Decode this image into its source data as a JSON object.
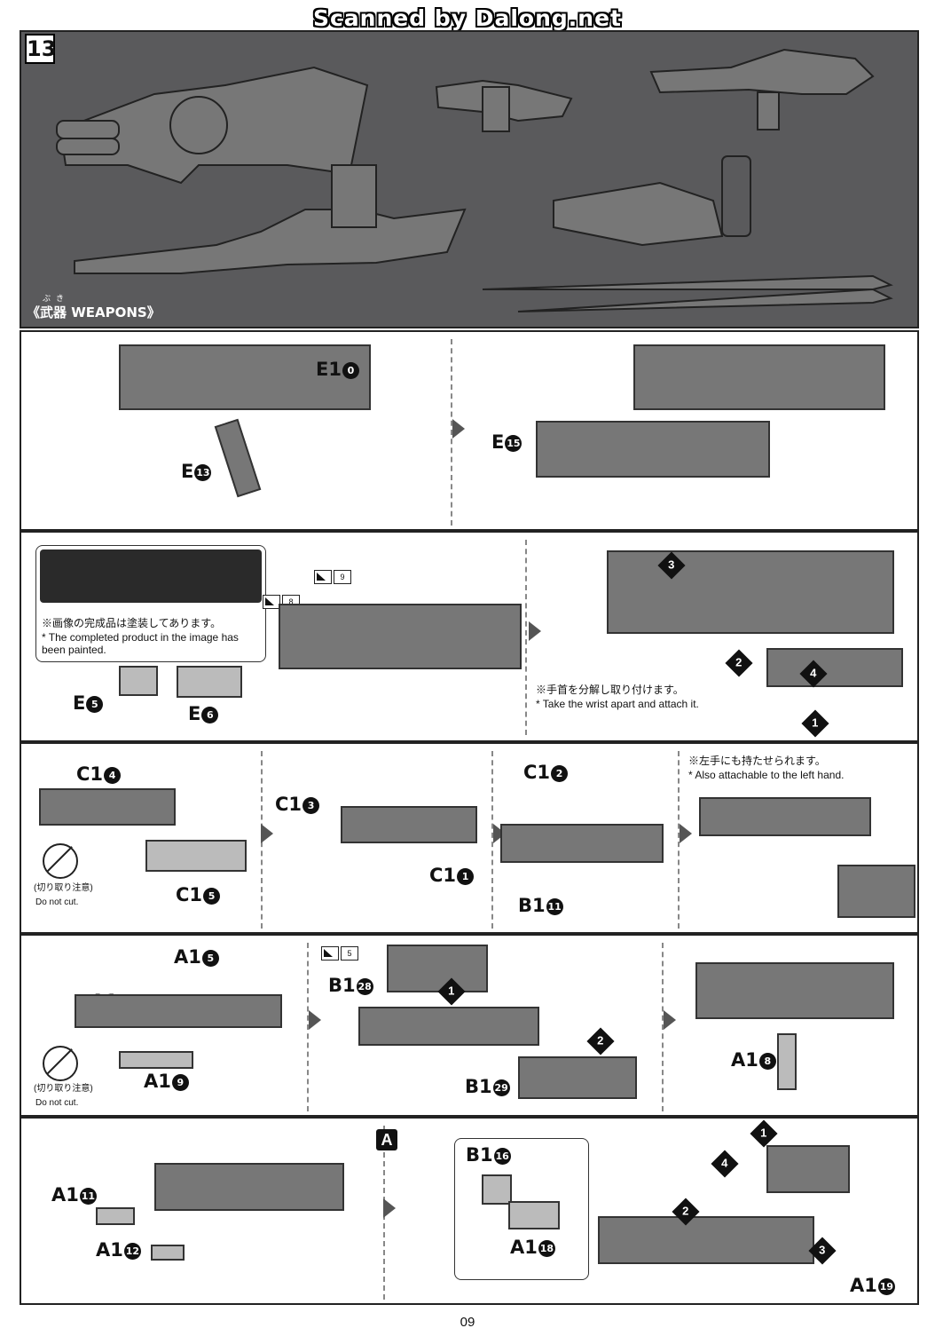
{
  "watermark": "Scanned by Dalong.net",
  "step_number": "13",
  "weapons_label": "《武器 WEAPONS》",
  "weapons_ruby": "ぶき",
  "page_number": "09",
  "labels": {
    "e10": "E1",
    "e10n": "0",
    "e13": "E",
    "e13n": "13",
    "e15": "E",
    "e15n": "15",
    "e5": "E",
    "e5n": "5",
    "e6": "E",
    "e6n": "6",
    "c14": "C1",
    "c14n": "4",
    "c15": "C1",
    "c15n": "5",
    "c13": "C1",
    "c13n": "3",
    "c11": "C1",
    "c11n": "1",
    "c12": "C1",
    "c12n": "2",
    "b111": "B1",
    "b111n": "11",
    "a15": "A1",
    "a15n": "5",
    "a110": "A1",
    "a110n": "10",
    "a19": "A1",
    "a19n": "9",
    "b128": "B1",
    "b128n": "28",
    "b129": "B1",
    "b129n": "29",
    "a18": "A1",
    "a18n": "8",
    "a111": "A1",
    "a111n": "11",
    "a112": "A1",
    "a112n": "12",
    "b116": "B1",
    "b116n": "16",
    "a118": "A1",
    "a118n": "18",
    "a119": "A1",
    "a119n": "19"
  },
  "stickers": {
    "s8": "8",
    "s9": "9",
    "s5": "5"
  },
  "notes": {
    "painted_jp": "※画像の完成品は塗装してあります。",
    "painted_en": "* The completed product in the image has been painted.",
    "wrist_jp": "※手首を分解し取り付けます。",
    "wrist_en": "* Take the wrist apart and attach it.",
    "left_hand_jp": "※左手にも持たせられます。",
    "left_hand_en": "* Also attachable to the left hand.",
    "nocut_jp": "(切り取り注意)",
    "nocut_en": "Do not cut."
  },
  "step_badges": {
    "one": "1",
    "two": "2",
    "three": "3",
    "four": "4"
  },
  "sub_label_a": "A"
}
